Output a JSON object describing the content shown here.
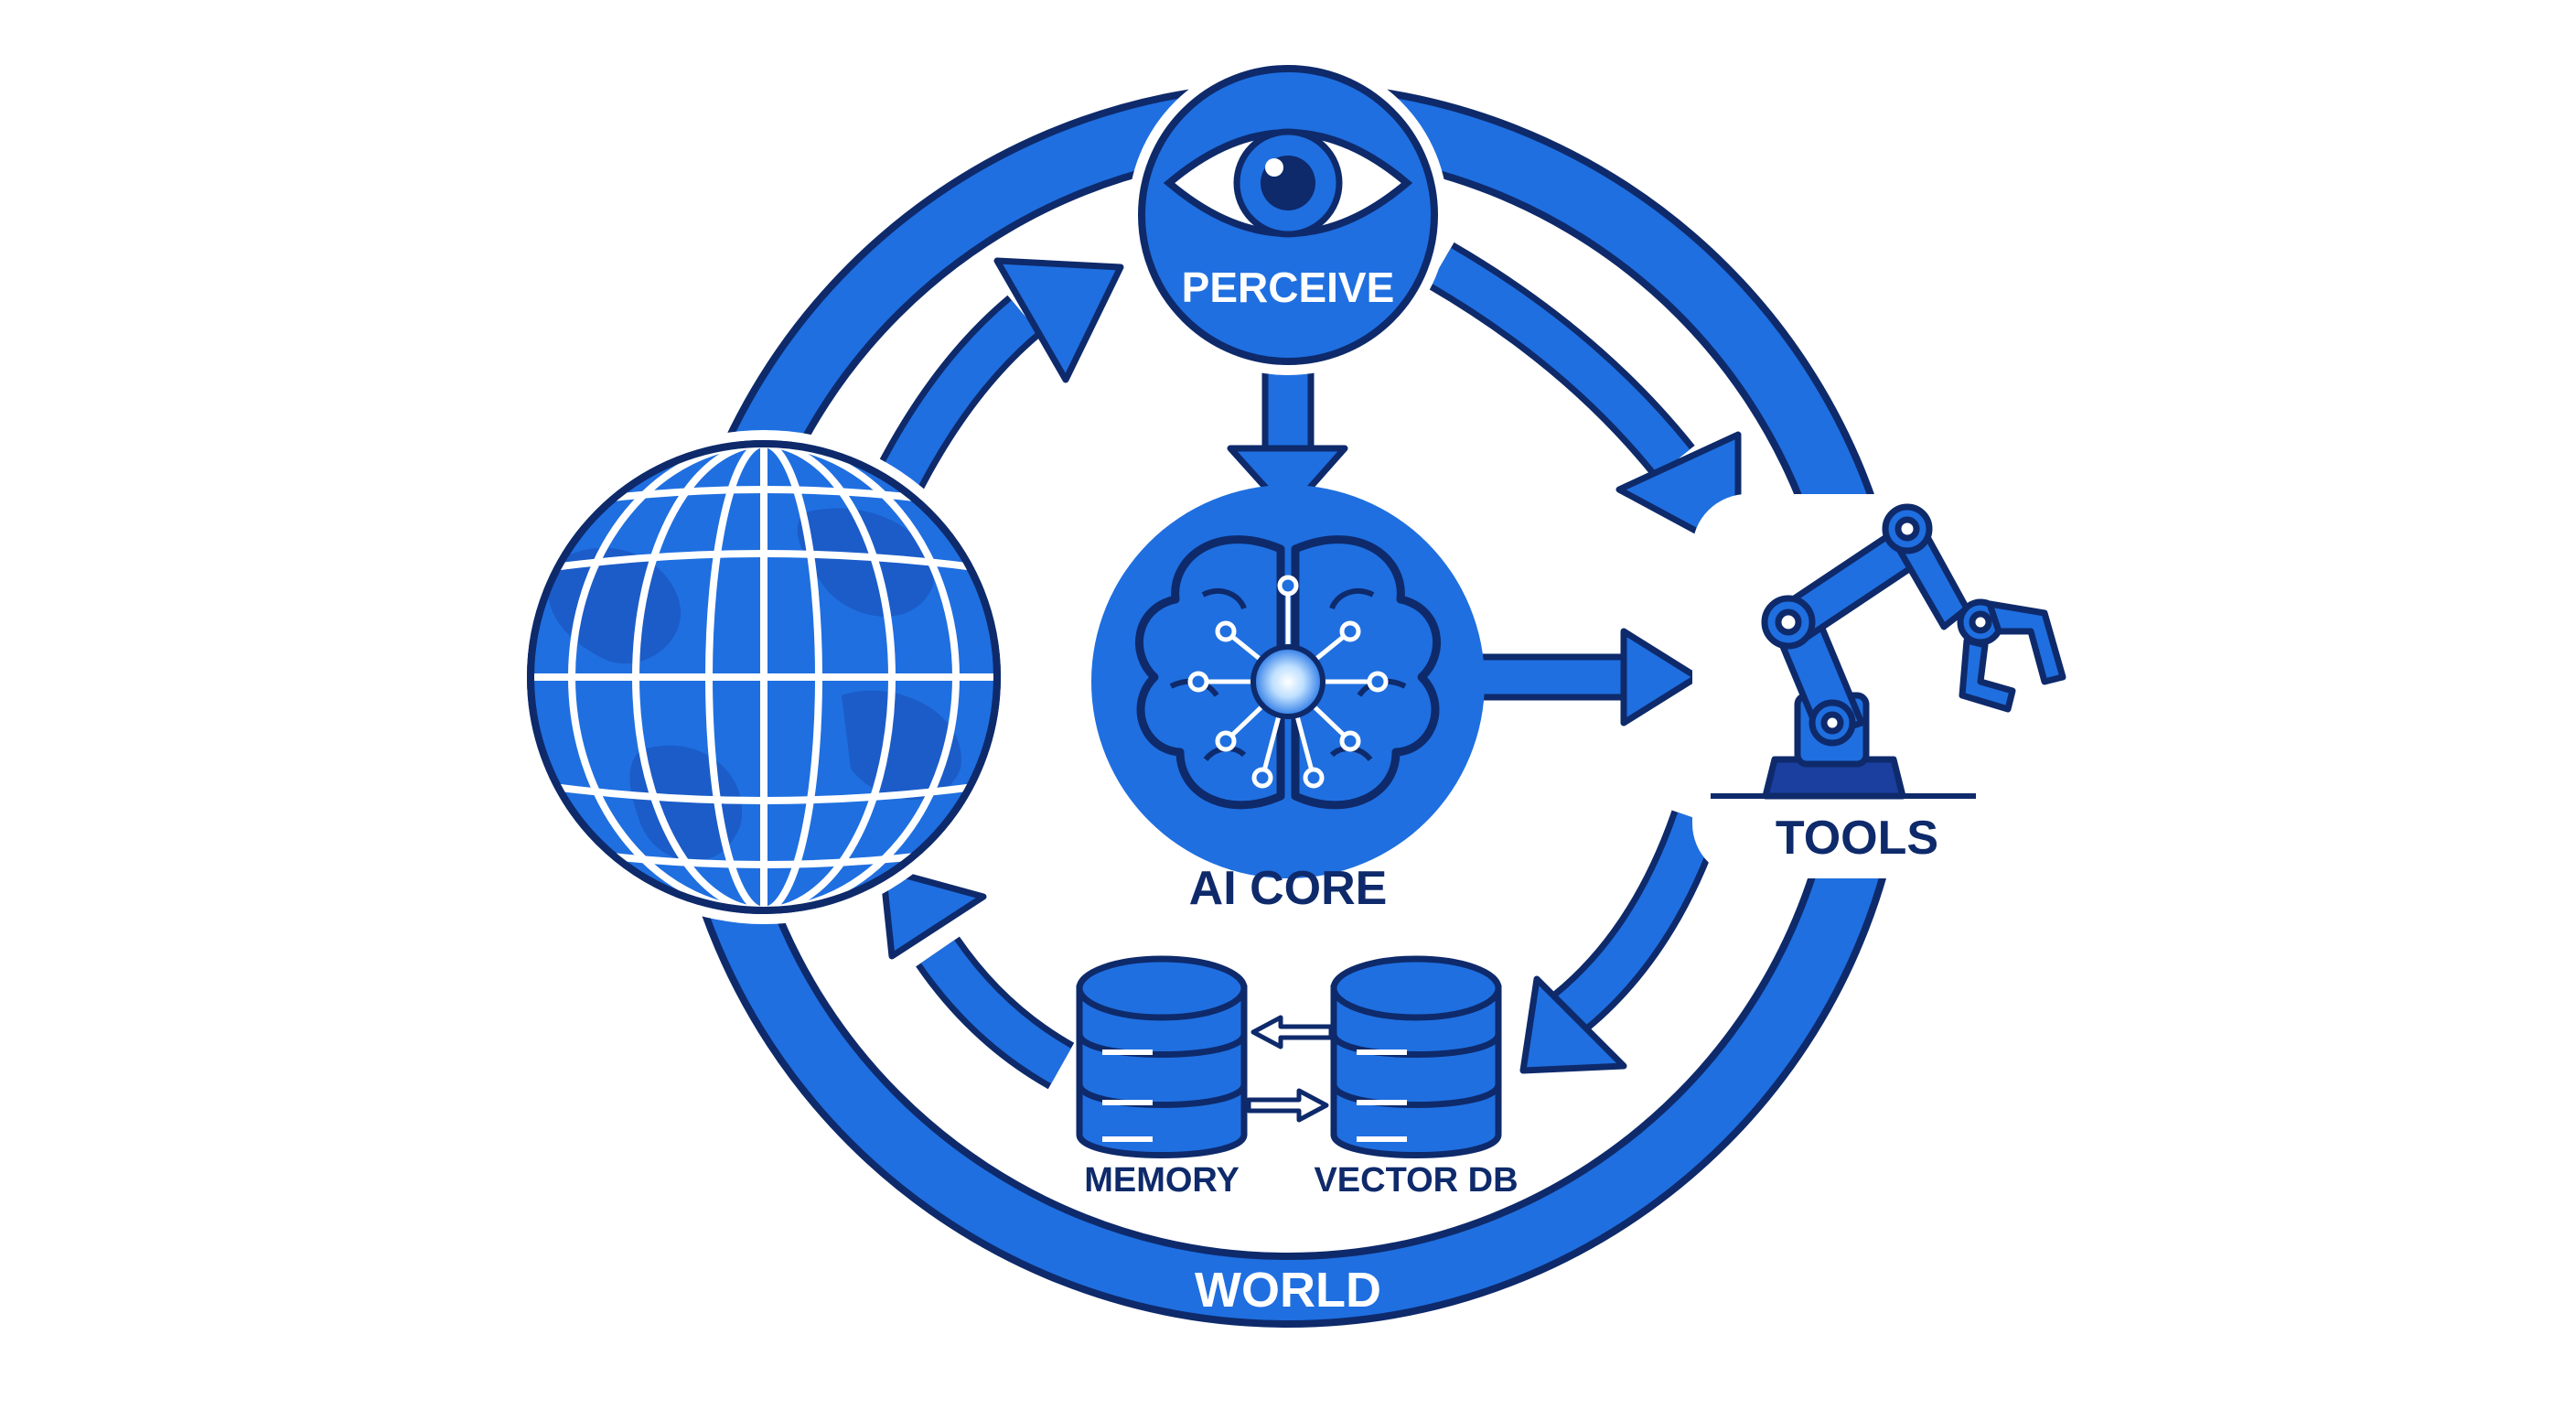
{
  "diagram": {
    "labels": {
      "perceive": "PERCEIVE",
      "ai_core": "AI CORE",
      "tools": "TOOLS",
      "memory": "MEMORY",
      "vector_db": "VECTOR DB",
      "world": "WORLD"
    },
    "colors": {
      "primary": "#1f6fe0",
      "outline": "#0e2a6b",
      "light": "#ffffff",
      "dark_blue": "#1b3f9e"
    },
    "icons": [
      "eye-icon",
      "brain-circuit-icon",
      "robot-arm-icon",
      "globe-icon",
      "database-icon"
    ]
  }
}
